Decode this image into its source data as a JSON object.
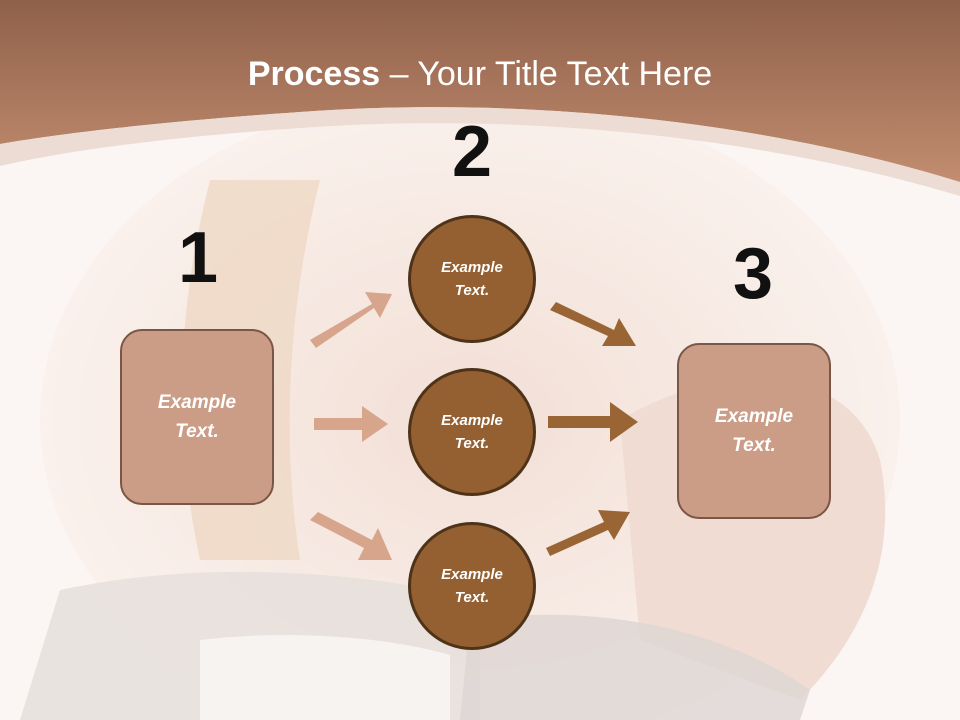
{
  "title": {
    "bold": "Process",
    "separator": " – ",
    "rest": "Your Title Text Here"
  },
  "steps": [
    {
      "number": "1"
    },
    {
      "number": "2"
    },
    {
      "number": "3"
    }
  ],
  "boxes": [
    {
      "line1": "Example",
      "line2": "Text."
    },
    {
      "line1": "Example",
      "line2": "Text."
    }
  ],
  "circles": [
    {
      "line1": "Example",
      "line2": "Text."
    },
    {
      "line1": "Example",
      "line2": "Text."
    },
    {
      "line1": "Example",
      "line2": "Text."
    }
  ],
  "colors": {
    "header": "#b57d60",
    "box_fill": "#cc9d86",
    "circle_fill": "#946031",
    "arrow_light": "#d6a58c",
    "arrow_dark": "#9a6535"
  }
}
